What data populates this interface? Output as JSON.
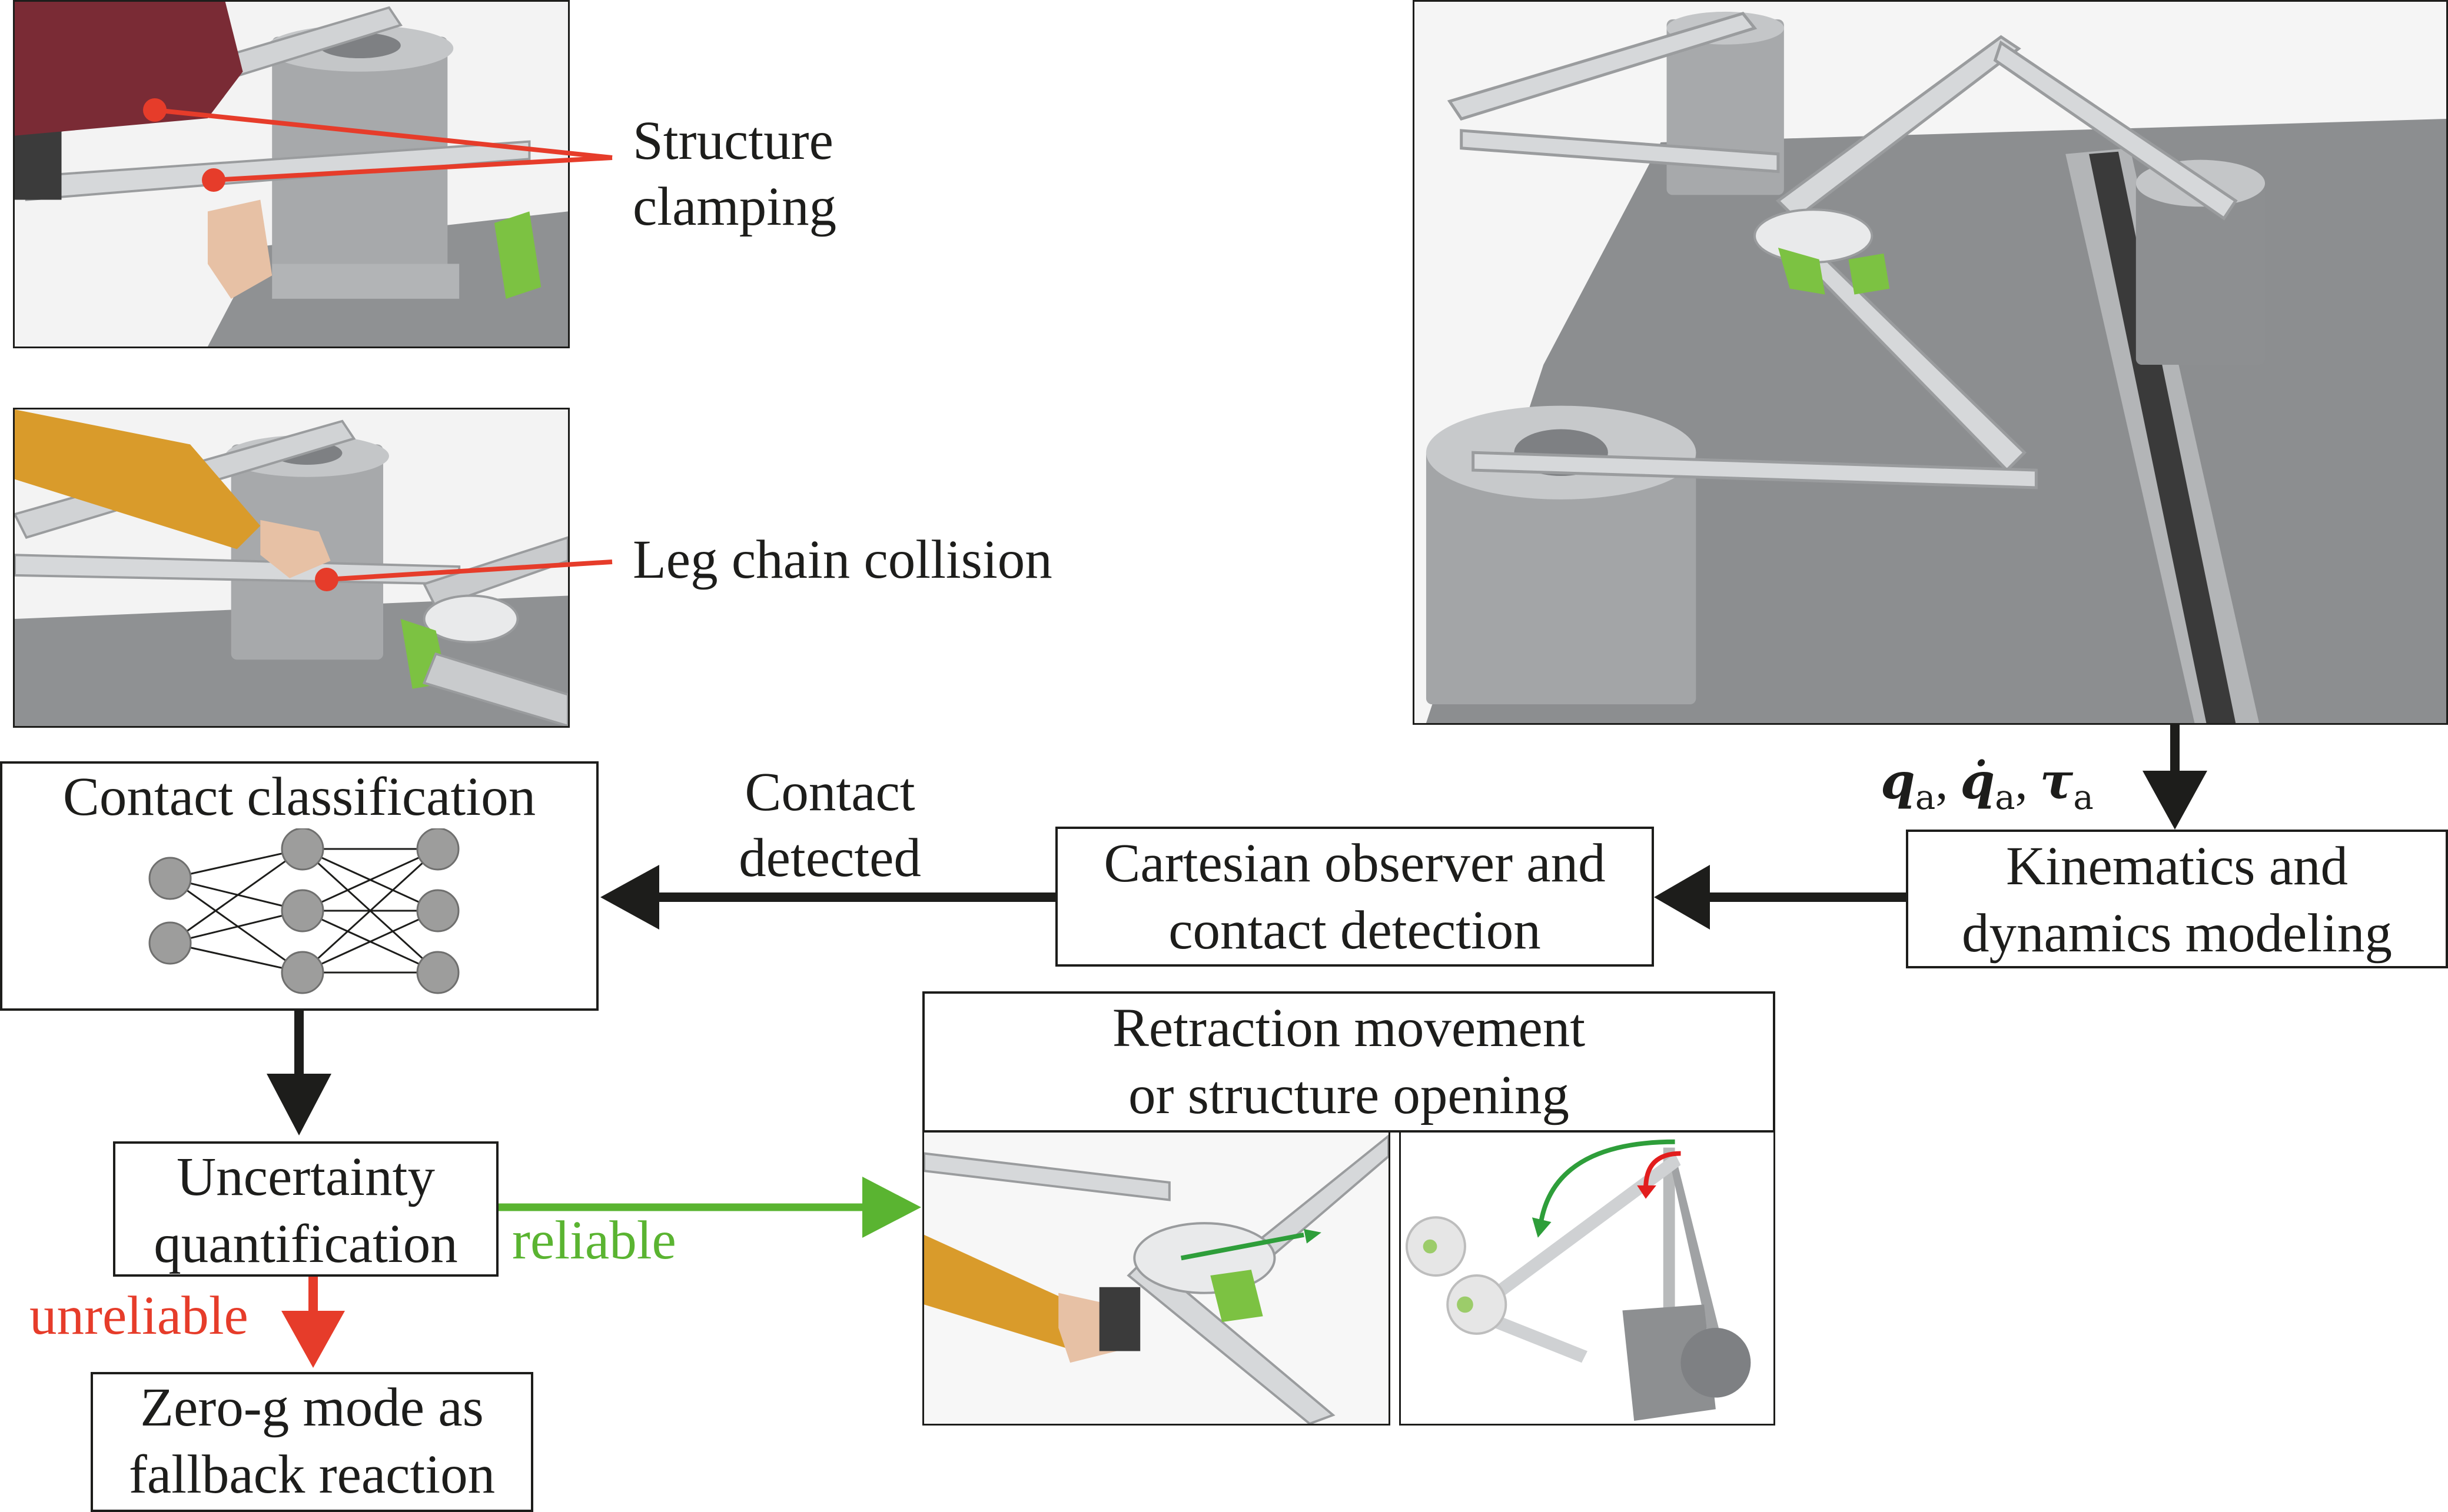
{
  "labels": {
    "structure_clamping_1": "Structure",
    "structure_clamping_2": "clamping",
    "leg_chain_collision": "Leg chain collision",
    "contact_detected_1": "Contact",
    "contact_detected_2": "detected",
    "reliable": "reliable",
    "unreliable": "unreliable",
    "state_q": "q",
    "state_qdot": "q̇",
    "state_tau": "τ",
    "state_sub": "a"
  },
  "boxes": {
    "contact_classification": "Contact classification",
    "observer_1": "Cartesian observer and",
    "observer_2": "contact detection",
    "kinematics_1": "Kinematics and",
    "kinematics_2": "dynamics modeling",
    "uncertainty_1": "Uncertainty",
    "uncertainty_2": "quantification",
    "zero_g_1": "Zero-g mode as",
    "zero_g_2": "fallback reaction",
    "retraction_1": "Retraction movement",
    "retraction_2": "or structure opening"
  },
  "colors": {
    "line": "#1d1d1b",
    "red": "#e63c2a",
    "green": "#5ab431",
    "node": "#9d9d9c"
  }
}
